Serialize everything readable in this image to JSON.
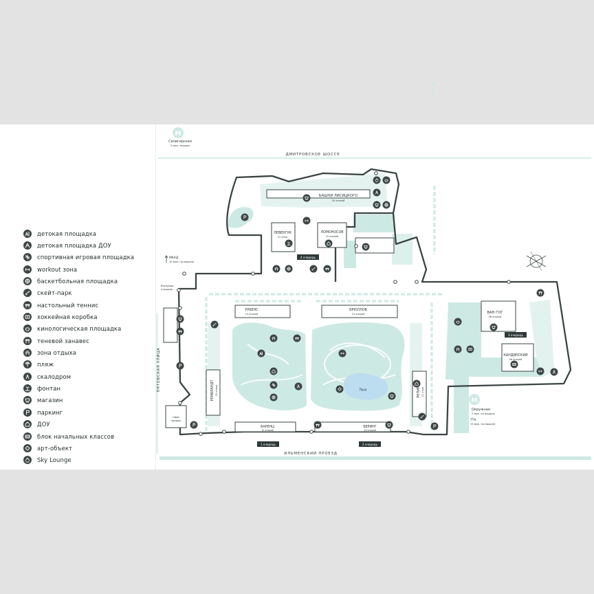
{
  "legend": [
    {
      "icon": "playground-icon",
      "label": "детокая площадка"
    },
    {
      "icon": "kindergarten-playground-icon",
      "label": "детокая площадка ДОУ"
    },
    {
      "icon": "sports-playground-icon",
      "label": "спортивная игровая площадка"
    },
    {
      "icon": "workout-icon",
      "label": "workout зона"
    },
    {
      "icon": "basketball-icon",
      "label": "баскетбольная площадка"
    },
    {
      "icon": "skatepark-icon",
      "label": "скейт-парк"
    },
    {
      "icon": "table-tennis-icon",
      "label": "настольный теннис"
    },
    {
      "icon": "hockey-icon",
      "label": "хоккейная коробка"
    },
    {
      "icon": "dog-area-icon",
      "label": "кинологическая площадка"
    },
    {
      "icon": "shade-canopy-icon",
      "label": "теневой занавес"
    },
    {
      "icon": "rest-area-icon",
      "label": "зона отдыха"
    },
    {
      "icon": "beach-icon",
      "label": "пляж"
    },
    {
      "icon": "climbing-wall-icon",
      "label": "скалодром"
    },
    {
      "icon": "fountain-icon",
      "label": "фонтан"
    },
    {
      "icon": "shop-icon",
      "label": "магазин"
    },
    {
      "icon": "parking-icon",
      "label": "паркинг"
    },
    {
      "icon": "kindergarten-icon",
      "label": "ДОУ"
    },
    {
      "icon": "school-icon",
      "label": "блок начальных классов"
    },
    {
      "icon": "art-object-icon",
      "label": "арт-объект"
    },
    {
      "icon": "sky-lounge-icon",
      "label": "Sky Lounge"
    }
  ],
  "metro": {
    "seligerskaya": {
      "letter": "М",
      "name": "Селигерская",
      "time": "2 мин. пешком"
    },
    "okruzhnaya": {
      "letter": "М",
      "name": "Окружная",
      "time": "7 мин. на машине"
    }
  },
  "roads": {
    "north": "ДМИТРОВСКОЕ ШОССЕ",
    "south": "ИЛЬМЕНСКИЙ ПРОЕЗД",
    "west": "ПЯТОВСКАЯ УЛИЦА"
  },
  "mkad": {
    "name": "МКАД",
    "time": "10 мин. на машине"
  },
  "ttk": {
    "name": "ТТК",
    "time": "15 мин. на машине"
  },
  "entrance": {
    "line1": "Въездная",
    "line2": "площадь"
  },
  "sales_office": {
    "line1": "Офис",
    "line2": "продаж"
  },
  "pond": "Пруд",
  "buildings": {
    "lisitsky": {
      "name": "БАШНИ ЛИСИЦКОГО",
      "floors": "39 этажей"
    },
    "levengul": {
      "name": "ЛЕВЕНГУК",
      "floors": "21 этаж"
    },
    "lomonosov": {
      "name": "ЛОМОНОСОВ",
      "floors": "15 этажей"
    },
    "rubens": {
      "name": "РУБЕНС",
      "floors": "15 этажей"
    },
    "bryullov": {
      "name": "БРЮЛЛОВ",
      "floors": "15 этажей"
    },
    "vangog": {
      "name": "ВАН ГОГ",
      "floors": "48 этажей"
    },
    "kandinsky": {
      "name": "КАНДИНСКИЙ",
      "floors": "36 этажей"
    },
    "rembrandt": {
      "name": "РЕМБРАНДТ",
      "floors": "23 этажа"
    },
    "repin": {
      "name": "РЕПИН",
      "floors": "21 этаж"
    },
    "barents": {
      "name": "БАРЕНЦ",
      "floors": "15 этажей"
    },
    "bering": {
      "name": "БЕРИНГ",
      "floors": "14 этажей"
    }
  },
  "phases": {
    "first": "1 очередь",
    "second": "2 очередь",
    "third": "3 очередь",
    "fourth": "4 очередь"
  },
  "colors": {
    "mint": "#cde9e4",
    "boundary": "#3a4444",
    "icon_dark": "#3e4646",
    "pond": "#bcdcf0"
  }
}
